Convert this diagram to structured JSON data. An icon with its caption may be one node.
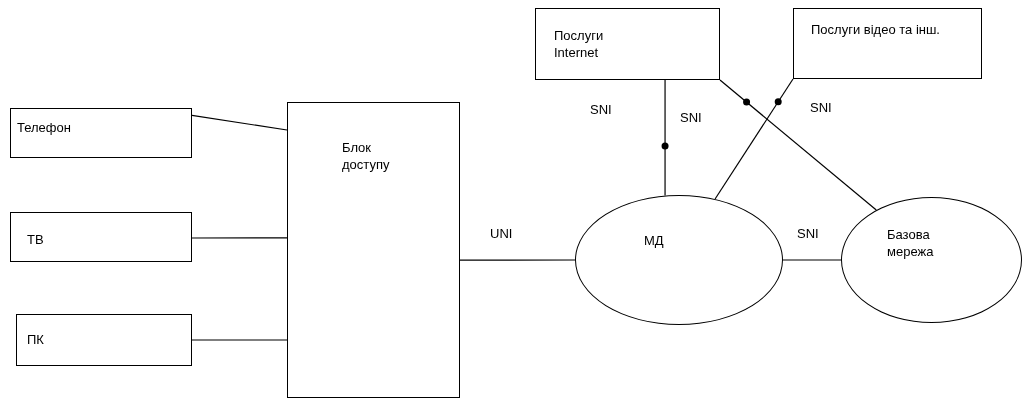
{
  "diagram": {
    "nodes": [
      {
        "text": [
          "Телефон"
        ]
      },
      {
        "text": [
          "ТВ"
        ]
      },
      {
        "text": [
          "ПК"
        ]
      },
      {
        "text": [
          "Блок доступу"
        ]
      },
      {
        "text": [
          "Послуги Internet"
        ]
      },
      {
        "text": [
          "Послуги відео та інш."
        ]
      },
      {
        "text": [
          "МД"
        ]
      },
      {
        "text": [
          "Базова мережа"
        ]
      }
    ],
    "edges": [
      {
        "from": 0,
        "to": 3,
        "arrow": "none"
      },
      {
        "from": 1,
        "to": 3,
        "arrow": "none"
      },
      {
        "from": 2,
        "to": 3,
        "arrow": "none"
      },
      {
        "from": 3,
        "to": 6,
        "arrow": "none",
        "label": "UNI"
      },
      {
        "from": 4,
        "to": 6,
        "arrow": "none",
        "label": "SNI"
      },
      {
        "from": 4,
        "to": 7,
        "arrow": "none"
      },
      {
        "from": 5,
        "to": 6,
        "arrow": "none",
        "label": "SNI"
      },
      {
        "from": 6,
        "to": 7,
        "arrow": "none",
        "label": "SNI"
      }
    ],
    "labels": [
      "SNI"
    ]
  }
}
